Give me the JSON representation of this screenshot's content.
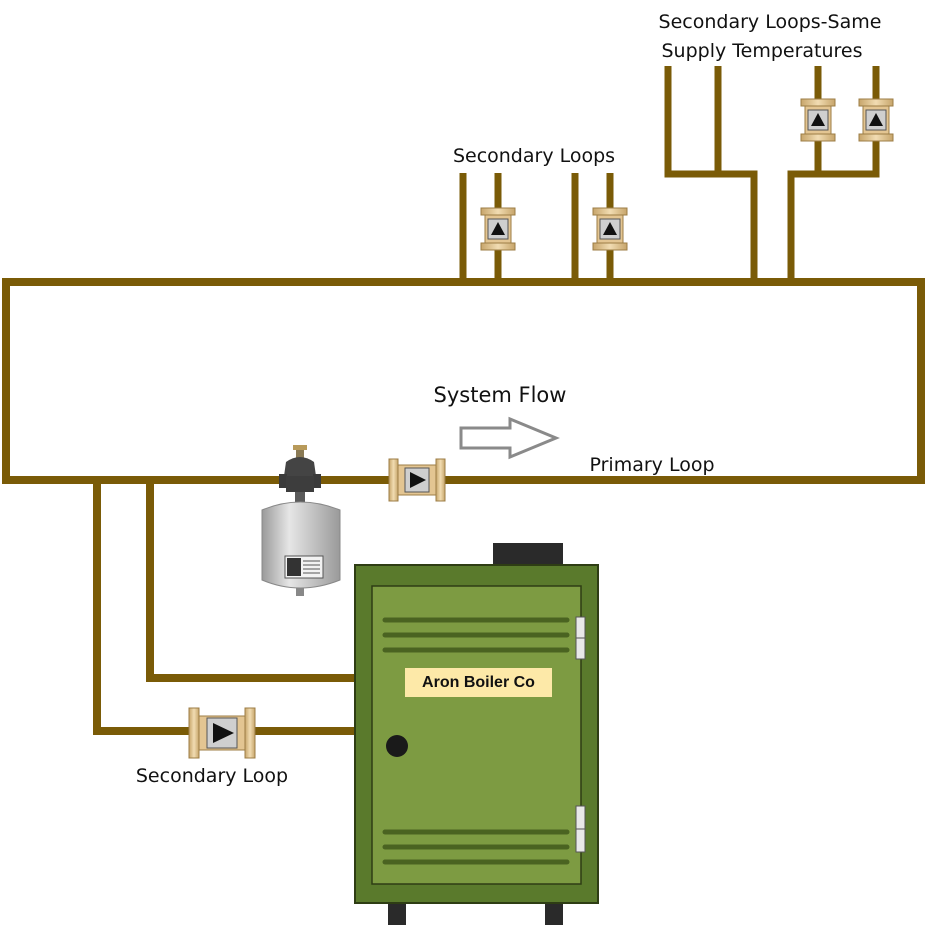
{
  "labels": {
    "secondary_same_line1": "Secondary Loops-Same",
    "secondary_same_line2": "Supply Temperatures",
    "secondary_loops": "Secondary Loops",
    "system_flow": "System Flow",
    "primary_loop": "Primary Loop",
    "secondary_loop": "Secondary Loop"
  },
  "boiler": {
    "name": "Aron Boiler Co"
  },
  "colors": {
    "pipe": "#7a5b07",
    "boiler_body": "#5a7a2c",
    "boiler_door": "#7d9b42",
    "pump_flange": "#e3c592",
    "tank": "#c9c9c9",
    "label_fill": "#fde9a8"
  }
}
